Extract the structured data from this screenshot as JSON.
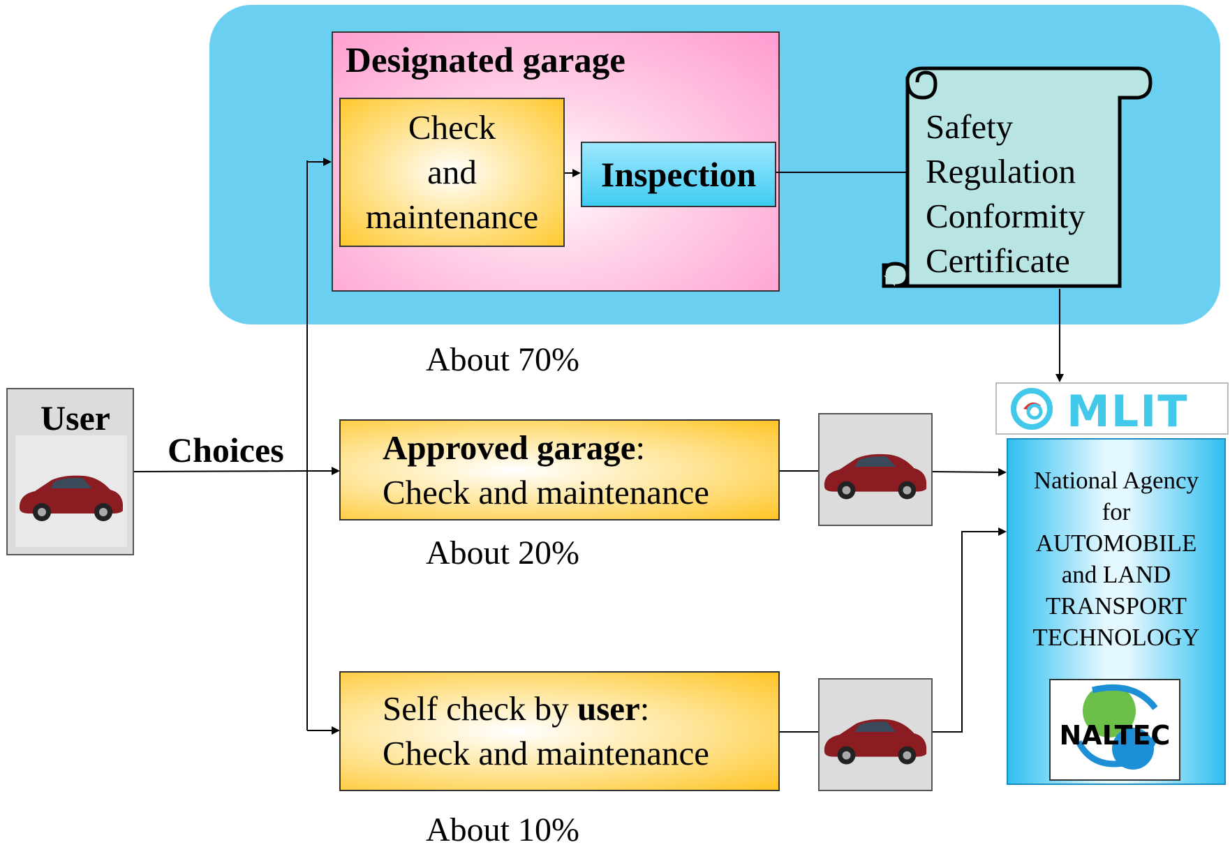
{
  "designated": {
    "title": "Designated garage",
    "check_lines": [
      "Check",
      "and",
      "maintenance"
    ],
    "inspection": "Inspection"
  },
  "certificate": {
    "lines": [
      "Safety",
      "Regulation",
      "Conformity",
      "Certificate"
    ]
  },
  "user": {
    "label": "User"
  },
  "choices": "Choices",
  "approved": {
    "title_bold": "Approved garage",
    "title_rest": ":",
    "line2": "Check and maintenance"
  },
  "self": {
    "title_plain": "Self check by ",
    "title_bold": "user",
    "title_rest": ":",
    "line2": "Check and maintenance"
  },
  "shares": {
    "designated": "About 70%",
    "approved": "About 20%",
    "self": "About 10%"
  },
  "mlit": {
    "logo_text": "MLIT"
  },
  "agency": {
    "lines": [
      "National Agency",
      "for",
      "AUTOMOBILE",
      "and LAND",
      "TRANSPORT",
      "TECHNOLOGY"
    ],
    "logo_text": "NALTEC"
  },
  "colors": {
    "panel": "#6bcff2",
    "designated_fill": "#ff9bcf",
    "garage_fill": "#ffc526",
    "inspection_fill": "#40ccf2",
    "certificate_fill": "#b8e4e4",
    "mlit_blue": "#42c8e8",
    "car_body": "#8a1c22"
  }
}
